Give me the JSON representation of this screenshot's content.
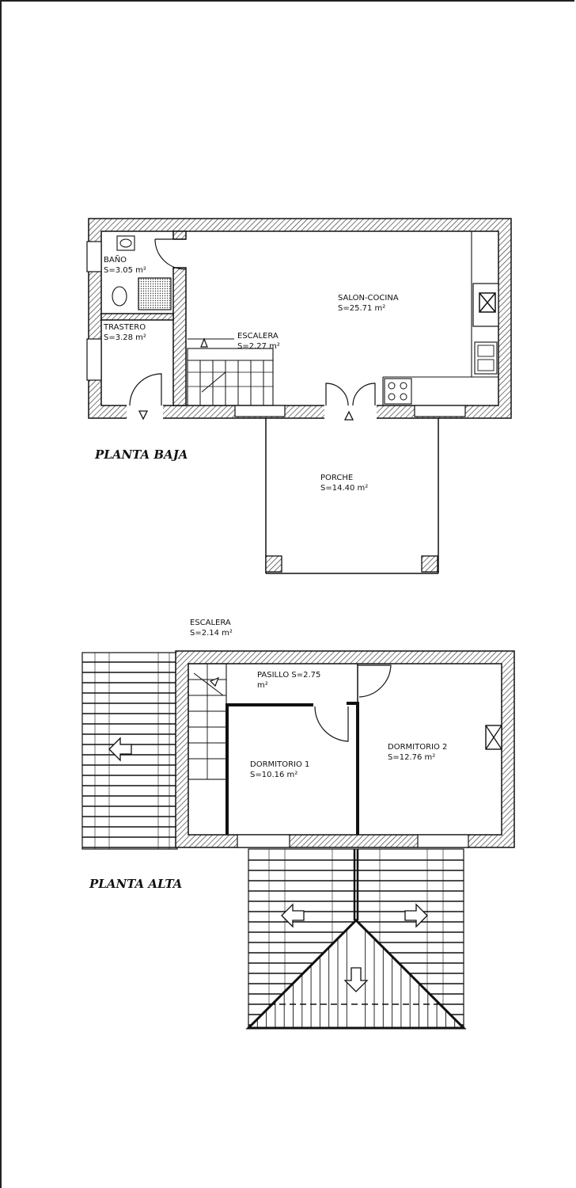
{
  "plans": {
    "ground_title": "PLANTA BAJA",
    "upper_title": "PLANTA ALTA"
  },
  "rooms": {
    "bano": {
      "name": "BAÑO",
      "area": "S=3.05  m²"
    },
    "trastero": {
      "name": "TRASTERO",
      "area": "S=3.28  m²"
    },
    "escalera_baja": {
      "name": "ESCALERA",
      "area": "S=2.27  m²"
    },
    "salon": {
      "name": "SALON-COCINA",
      "area": "S=25.71  m²"
    },
    "porche": {
      "name": "PORCHE",
      "area": "S=14.40  m²"
    },
    "escalera_alta": {
      "name": "ESCALERA",
      "area": "S=2.14  m²"
    },
    "pasillo": {
      "name": "PASILLO  S=2.75",
      "area": "m²"
    },
    "dormitorio1": {
      "name": "DORMITORIO  1",
      "area": "S=10.16  m²"
    },
    "dormitorio2": {
      "name": "DORMITORIO  2",
      "area": "S=12.76  m²"
    }
  },
  "icons": [
    "arrow-left-icon",
    "arrow-right-icon",
    "arrow-down-icon",
    "entrance-triangle-icon",
    "chimney-icon",
    "stove-icon",
    "sink-icon",
    "toilet-icon",
    "shower-icon"
  ]
}
